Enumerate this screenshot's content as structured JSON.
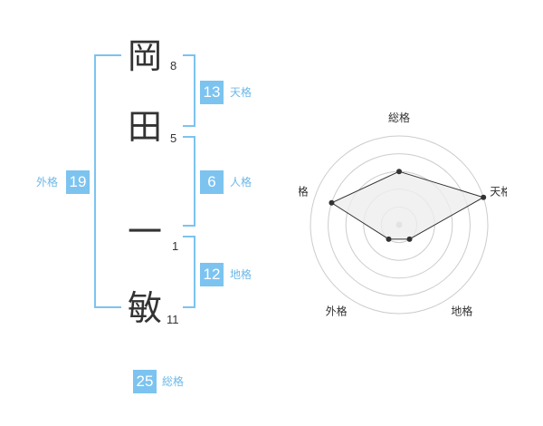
{
  "name": {
    "chars": [
      {
        "char": "岡",
        "strokes": "8"
      },
      {
        "char": "田",
        "strokes": "5"
      },
      {
        "char": "一",
        "strokes": "1"
      },
      {
        "char": "敏",
        "strokes": "11"
      }
    ]
  },
  "kaku": {
    "tenkaku": {
      "value": "13",
      "label": "天格"
    },
    "jinkaku": {
      "value": "6",
      "label": "人格"
    },
    "chikaku": {
      "value": "12",
      "label": "地格"
    },
    "gaikaku": {
      "value": "19",
      "label": "外格"
    },
    "soukaku": {
      "value": "25",
      "label": "総格"
    }
  },
  "chart_data": {
    "type": "radar",
    "axes": [
      "総格",
      "天格",
      "地格",
      "外格",
      "人格"
    ],
    "values": [
      3,
      5,
      1,
      1,
      4
    ],
    "max": 5,
    "rings": 5,
    "colors": {
      "fill": "#eeeeee",
      "line": "#333333",
      "ring": "#cccccc",
      "point": "#333333",
      "center": "#bbbbbb"
    }
  },
  "colors": {
    "accent": "#7cc3f0",
    "accent_text": "#6cb8e8"
  }
}
